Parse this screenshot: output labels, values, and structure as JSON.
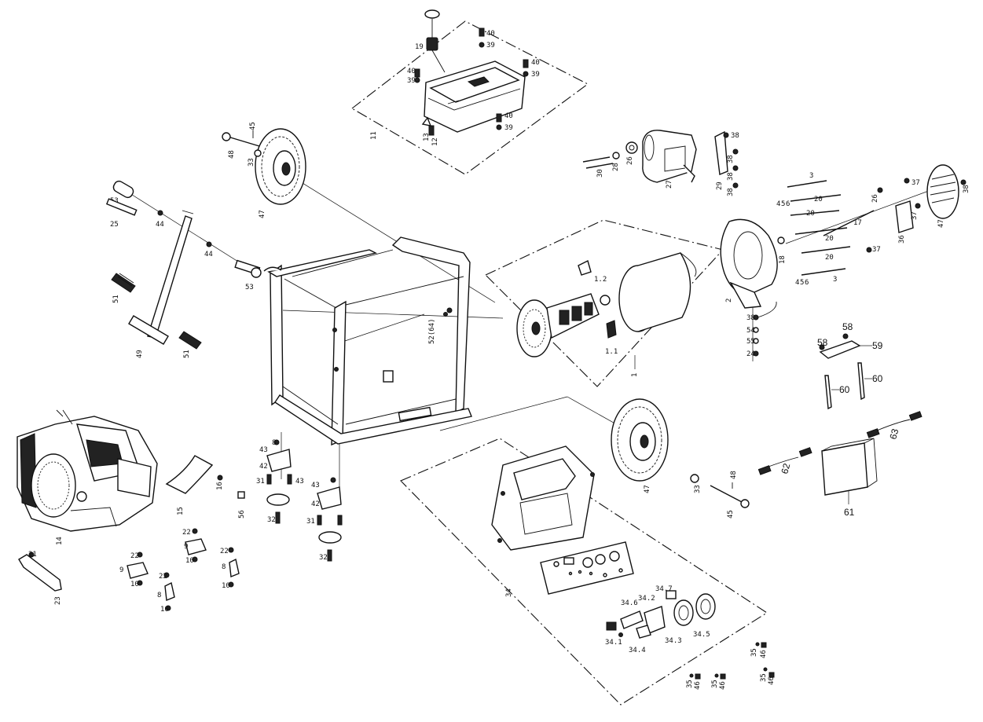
{
  "diagram": {
    "labels": {
      "fuel_tank": "11",
      "fuel_cap_strainer": "19",
      "fuel_cock": "12",
      "fuel_cock_b": "13",
      "bolt_tank_1": "40",
      "washer_tank_1": "39",
      "bolt_tank_2": "40",
      "washer_tank_2": "39",
      "bolt_tank_3": "40",
      "washer_tank_3": "39",
      "bolt_tank_4": "40",
      "washer_tank_4": "39",
      "axle_left": "48",
      "cotter_left": "45",
      "wheel_left": "47",
      "washer_wheel_left": "33",
      "handle_bolt": "53",
      "handle_pin": "25",
      "handle_clip_1": "44",
      "handle_clip_2": "44",
      "handle_bolt_2": "53",
      "handle_grip_left": "51",
      "handle_grip_right": "51",
      "handle_bar": "49",
      "frame_label": "52(64)",
      "rotor": "1.2",
      "brush": "1.1",
      "alternator_assy": "1",
      "rear_housing": "2",
      "long_bolt_3a": "3",
      "long_bolt_3b": "3",
      "bolt_20a": "20",
      "bolt_20b": "20",
      "bolt_20c": "20",
      "bolt_20d": "20",
      "bolt_17": "17",
      "washer_18": "18",
      "nut_4": "4",
      "nut_5": "5",
      "nut_6": "6",
      "nut_4b": "4",
      "nut_5b": "5",
      "nut_6b": "6",
      "end_cover_47": "47",
      "bracket_36": "36",
      "bolt_37a": "37",
      "bolt_37b": "37",
      "bolt_37c": "37",
      "bolt_38": "38",
      "bolt_26": "26",
      "muffler_27": "27",
      "muffler_bolt_30": "30",
      "muffler_bolt_28": "28",
      "muffler_gasket_26": "26",
      "heat_shield_29": "29",
      "screw_38a": "38",
      "screw_38b": "38",
      "screw_38c": "38",
      "screw_38d": "38",
      "avr_38": "38",
      "avr_54": "54",
      "avr_55": "55",
      "avr_24": "24",
      "plate_58a": "58",
      "plate_58b": "58",
      "plate_59": "59",
      "rod_60a": "60",
      "rod_60b": "60",
      "battery_61": "61",
      "cable_62": "62",
      "cable_63": "63",
      "engine_14": "14",
      "air_deflector_15": "15",
      "screw_16": "16",
      "clip_56": "56",
      "engine_bracket_23": "23",
      "bracket_screw_21": "21",
      "mount_9a": "9",
      "mount_9b": "9",
      "mount_8a": "8",
      "mount_8b": "8",
      "bolt_22a": "22",
      "bolt_22b": "22",
      "bolt_22c": "22",
      "bolt_22d": "22",
      "nut_10a": "10",
      "nut_10b": "10",
      "nut_10c": "10",
      "nut_10d": "10",
      "frame_mount_43": "43",
      "frame_mount_42": "42",
      "frame_mount_31": "31",
      "frame_mount_32": "32",
      "frame_mount_bolt_43": "43",
      "frame_mount_43b": "43",
      "frame_mount_42b": "42",
      "frame_mount_31b": "31",
      "frame_mount_32b": "32",
      "frame_bolt_8": "8",
      "wheel_right": "47",
      "washer_wheel_right": "33",
      "axle_right": "45",
      "cotter_right": "48",
      "control_panel_34": "34",
      "panel_34_1": "34.1",
      "panel_34_2": "34.2",
      "panel_34_3": "34.3",
      "panel_34_4": "34.4",
      "panel_34_5": "34.5",
      "panel_34_6": "34.6",
      "panel_34_7": "34.7",
      "panel_screw_35a": "35",
      "panel_screw_46a": "46",
      "panel_screw_35b": "35",
      "panel_screw_46b": "46",
      "panel_screw_35c": "35",
      "panel_screw_46c": "46",
      "panel_screw_35d": "35",
      "panel_screw_46d": "46"
    }
  }
}
